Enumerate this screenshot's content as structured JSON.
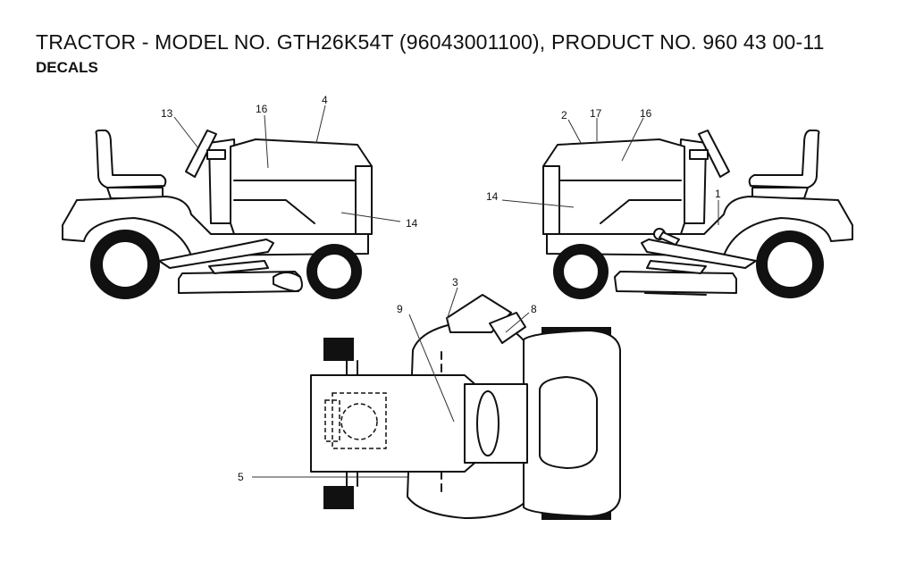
{
  "header": {
    "title": "TRACTOR - MODEL NO. GTH26K54T (96043001100), PRODUCT NO. 960 43 00-11",
    "subtitle": "DECALS"
  },
  "callouts": {
    "left_view": {
      "c13": "13",
      "c16": "16",
      "c4": "4",
      "c14": "14"
    },
    "right_view": {
      "c2": "2",
      "c17": "17",
      "c16": "16",
      "c14": "14",
      "c1": "1"
    },
    "top_view": {
      "c3": "3",
      "c9": "9",
      "c8": "8",
      "c5": "5"
    }
  },
  "colors": {
    "line": "#111111",
    "background": "#ffffff"
  }
}
